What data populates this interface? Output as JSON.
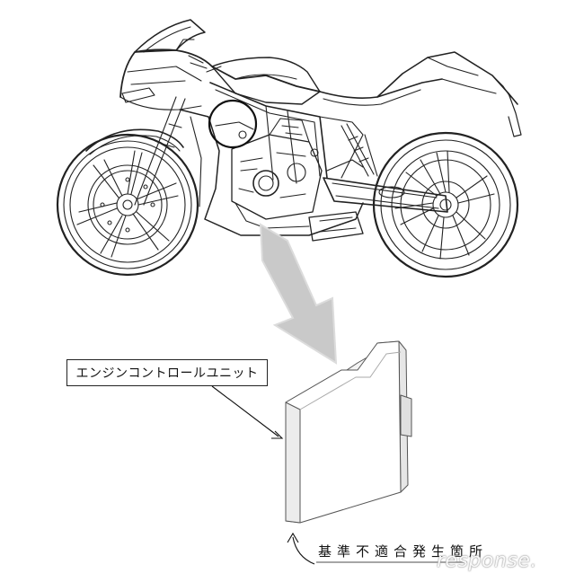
{
  "diagram": {
    "ecu_label": "エンジンコントロールユニット",
    "defect_label": "基準不適合発生箇所",
    "watermark": "response."
  },
  "colors": {
    "line": "#222222",
    "arrow_fill": "#c8c8c8",
    "arrow_edge": "#e4e4e4",
    "ecu_front": "#ffffff",
    "ecu_side": "#e9e9e9",
    "ecu_top": "#f3f3f3"
  }
}
